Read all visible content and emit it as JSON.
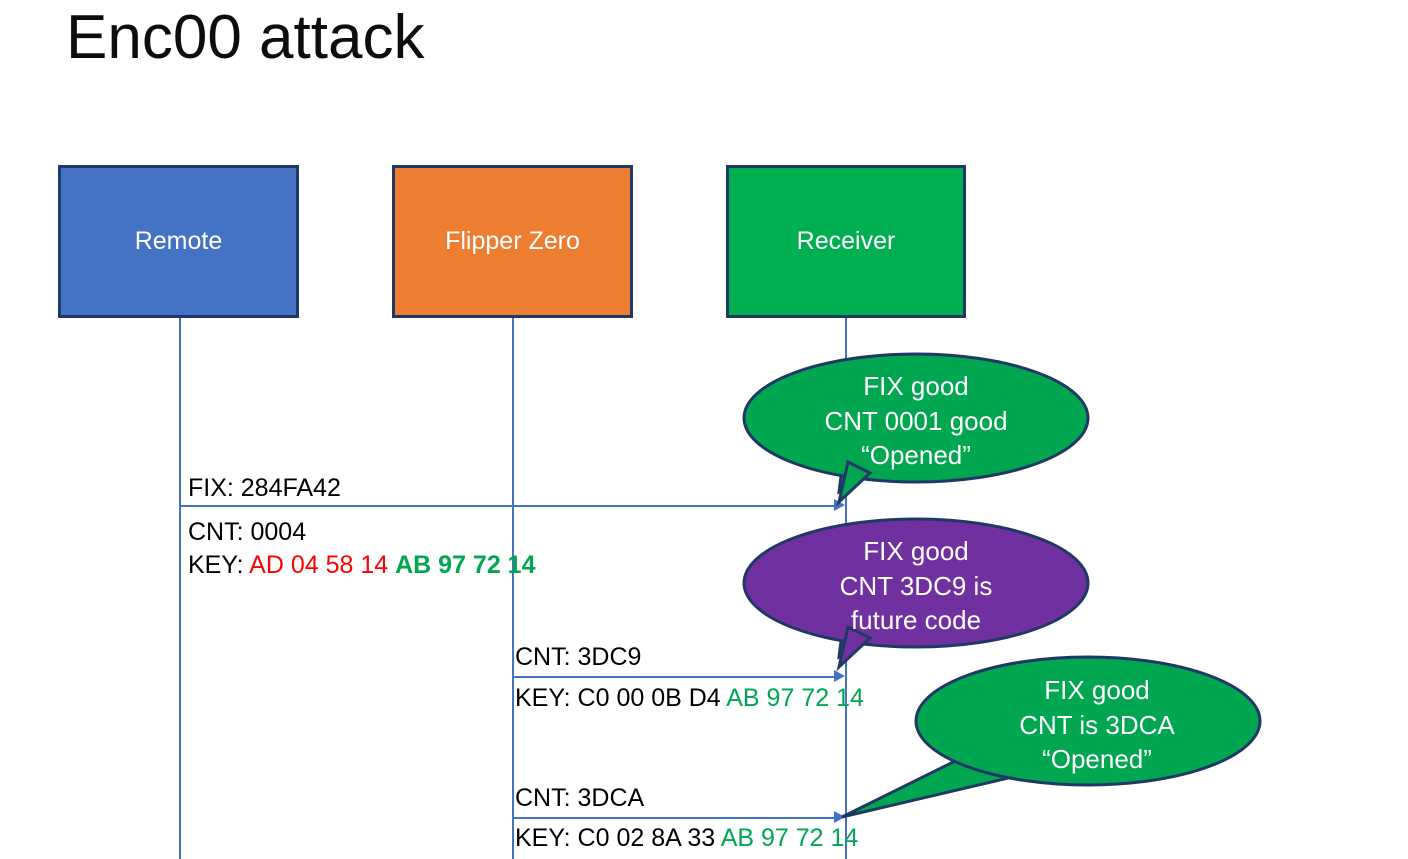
{
  "slide": {
    "title": "Enc00 attack",
    "background": "#ffffff"
  },
  "colors": {
    "remote": "#4472C4",
    "flipper": "#ED7D31",
    "receiver": "#00B050",
    "bubble_good": "#00A650",
    "bubble_future": "#7030A0",
    "box_border": "#1F3864",
    "bubble_border": "#1F3864",
    "lifeline": "#4472C4",
    "key_part_red": "#FF0000",
    "key_part_green": "#00A650",
    "text": "#000000"
  },
  "actors": [
    {
      "id": "remote",
      "label": "Remote"
    },
    {
      "id": "flipper",
      "label": "Flipper Zero"
    },
    {
      "id": "receiver",
      "label": "Receiver"
    }
  ],
  "messages": [
    {
      "id": "msg-1",
      "from": "remote",
      "to": "receiver",
      "lines": [
        {
          "text": "FIX: 284FA42"
        }
      ]
    },
    {
      "id": "msg-1-detail",
      "lines": [
        {
          "text": "CNT: 0004"
        }
      ],
      "key_label": "KEY: ",
      "key_red": "AD 04 58 14 ",
      "key_green": "AB 97 72 14"
    },
    {
      "id": "msg-2",
      "from": "flipper",
      "to": "receiver",
      "lines": [
        {
          "text": "CNT: 3DC9"
        }
      ],
      "key_label": "KEY: C0 00 0B D4 ",
      "key_green": "AB 97 72 14"
    },
    {
      "id": "msg-3",
      "from": "flipper",
      "to": "receiver",
      "lines": [
        {
          "text": "CNT: 3DCA"
        }
      ],
      "key_label": "KEY: C0 02 8A 33 ",
      "key_green": "AB 97 72 14"
    }
  ],
  "callouts": [
    {
      "id": "callout-1",
      "color": "#00A650",
      "lines": [
        "FIX good",
        "CNT 0001 good",
        "“Opened”"
      ]
    },
    {
      "id": "callout-2",
      "color": "#7030A0",
      "lines": [
        "FIX good",
        "CNT 3DC9 is",
        "future code"
      ]
    },
    {
      "id": "callout-3",
      "color": "#00A650",
      "lines": [
        "FIX good",
        "CNT is 3DCA",
        "“Opened”"
      ]
    }
  ]
}
